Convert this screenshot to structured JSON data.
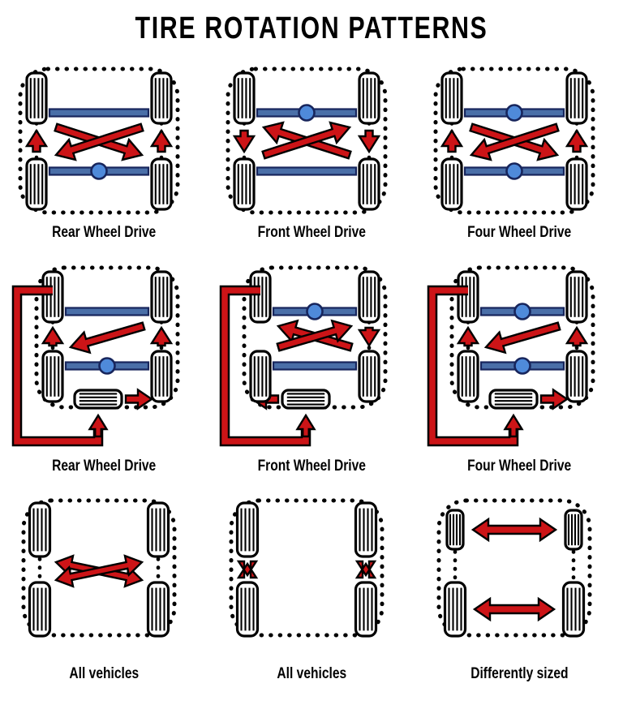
{
  "title": "TIRE ROTATION PATTERNS",
  "colors": {
    "arrow_red": "#cc1417",
    "arrow_outline": "#000000",
    "axle_blue": "#4a6fa8",
    "axle_outline": "#17255c",
    "diff_blue": "#4f8ada",
    "tire_outline": "#000000",
    "body_dotted": "#000000",
    "text": "#000000",
    "background": "#ffffff"
  },
  "diagrams": [
    {
      "id": "rear-wheel-drive-no-spare",
      "caption": "Rear Wheel Drive",
      "row": 1,
      "column": 1,
      "drive": "rear",
      "has_spare": false,
      "car_outline": "dotted-rounded",
      "front_axle": {
        "present": true,
        "differential": false
      },
      "rear_axle": {
        "present": true,
        "differential": true
      },
      "cross_arrows": {
        "present": true,
        "double_headed": false,
        "direction": "down"
      },
      "side_arrows": {
        "present": true,
        "direction": "up",
        "sides": [
          "left",
          "right"
        ]
      },
      "side_guides": "dotted",
      "spare_arrow": null,
      "external_path": false,
      "tire_sizes": {
        "front": "standard",
        "rear": "standard"
      }
    },
    {
      "id": "front-wheel-drive-no-spare",
      "caption": "Front Wheel Drive",
      "row": 1,
      "column": 2,
      "drive": "front",
      "has_spare": false,
      "car_outline": "dotted-rounded",
      "front_axle": {
        "present": true,
        "differential": true
      },
      "rear_axle": {
        "present": true,
        "differential": false
      },
      "cross_arrows": {
        "present": true,
        "double_headed": false,
        "direction": "up"
      },
      "side_arrows": {
        "present": true,
        "direction": "down",
        "sides": [
          "left",
          "right"
        ]
      },
      "side_guides": "dotted",
      "spare_arrow": null,
      "external_path": false,
      "tire_sizes": {
        "front": "standard",
        "rear": "standard"
      }
    },
    {
      "id": "four-wheel-drive-no-spare",
      "caption": "Four Wheel Drive",
      "row": 1,
      "column": 3,
      "drive": "four",
      "has_spare": false,
      "car_outline": "dotted-rounded",
      "front_axle": {
        "present": true,
        "differential": true
      },
      "rear_axle": {
        "present": true,
        "differential": true
      },
      "cross_arrows": {
        "present": true,
        "double_headed": false,
        "direction": "down"
      },
      "side_arrows": {
        "present": true,
        "direction": "up",
        "sides": [
          "left",
          "right"
        ]
      },
      "side_guides": "dotted",
      "spare_arrow": null,
      "external_path": false,
      "tire_sizes": {
        "front": "standard",
        "rear": "standard"
      }
    },
    {
      "id": "rear-wheel-drive-with-spare",
      "caption": "Rear Wheel Drive",
      "row": 2,
      "column": 1,
      "drive": "rear",
      "has_spare": true,
      "car_outline": "dotted-rounded",
      "front_axle": {
        "present": true,
        "differential": false
      },
      "rear_axle": {
        "present": true,
        "differential": true
      },
      "cross_arrows": {
        "present": true,
        "double_headed": false,
        "direction": "single-diagonal-down-left"
      },
      "side_arrows": {
        "present": true,
        "direction": "up",
        "sides": [
          "left",
          "right"
        ]
      },
      "side_guides": "dotted",
      "spare_arrow": {
        "direction": "right"
      },
      "external_path": true,
      "tire_sizes": {
        "front": "standard",
        "rear": "standard"
      }
    },
    {
      "id": "front-wheel-drive-with-spare",
      "caption": "Front Wheel Drive",
      "row": 2,
      "column": 2,
      "drive": "front",
      "has_spare": true,
      "car_outline": "dotted-rounded",
      "front_axle": {
        "present": true,
        "differential": true
      },
      "rear_axle": {
        "present": true,
        "differential": false
      },
      "cross_arrows": {
        "present": true,
        "double_headed": false,
        "direction": "up"
      },
      "side_arrows": {
        "present": true,
        "direction": "down",
        "sides": [
          "right"
        ]
      },
      "side_guides": "dotted",
      "spare_arrow": {
        "direction": "left"
      },
      "external_path": true,
      "tire_sizes": {
        "front": "standard",
        "rear": "standard"
      }
    },
    {
      "id": "four-wheel-drive-with-spare",
      "caption": "Four Wheel Drive",
      "row": 2,
      "column": 3,
      "drive": "four",
      "has_spare": true,
      "car_outline": "dotted-rounded",
      "front_axle": {
        "present": true,
        "differential": true
      },
      "rear_axle": {
        "present": true,
        "differential": true
      },
      "cross_arrows": {
        "present": true,
        "double_headed": false,
        "direction": "single-diagonal-down-left"
      },
      "side_arrows": {
        "present": true,
        "direction": "up",
        "sides": [
          "left",
          "right"
        ]
      },
      "side_guides": "dotted",
      "spare_arrow": {
        "direction": "right"
      },
      "external_path": true,
      "tire_sizes": {
        "front": "standard",
        "rear": "standard"
      }
    },
    {
      "id": "all-vehicles-cross",
      "caption": "All vehicles",
      "row": 3,
      "column": 1,
      "drive": "none",
      "has_spare": false,
      "car_outline": "dotted-rounded",
      "front_axle": {
        "present": false,
        "differential": false
      },
      "rear_axle": {
        "present": false,
        "differential": false
      },
      "cross_arrows": {
        "present": true,
        "double_headed": true,
        "direction": "both"
      },
      "side_arrows": {
        "present": false,
        "direction": null,
        "sides": []
      },
      "side_guides": "dotted",
      "spare_arrow": null,
      "external_path": false,
      "tire_sizes": {
        "front": "standard",
        "rear": "standard"
      }
    },
    {
      "id": "all-vehicles-front-to-back",
      "caption": "All vehicles",
      "row": 3,
      "column": 2,
      "drive": "none",
      "has_spare": false,
      "car_outline": "dotted-rounded",
      "front_axle": {
        "present": false,
        "differential": false
      },
      "rear_axle": {
        "present": false,
        "differential": false
      },
      "cross_arrows": {
        "present": false,
        "double_headed": false,
        "direction": null
      },
      "side_arrows": {
        "present": true,
        "direction": "both",
        "sides": [
          "left",
          "right"
        ],
        "double_headed": true
      },
      "side_guides": "none",
      "spare_arrow": null,
      "external_path": false,
      "tire_sizes": {
        "front": "standard",
        "rear": "standard"
      }
    },
    {
      "id": "differently-sized-side-to-side",
      "caption": "Differently sized",
      "row": 3,
      "column": 3,
      "drive": "none",
      "has_spare": false,
      "car_outline": "dotted-rounded",
      "front_axle": {
        "present": false,
        "differential": false
      },
      "rear_axle": {
        "present": false,
        "differential": false
      },
      "cross_arrows": {
        "present": false,
        "double_headed": false,
        "direction": null
      },
      "side_arrows": {
        "present": false,
        "direction": null,
        "sides": []
      },
      "lateral_arrows": {
        "present": true,
        "double_headed": true,
        "rows": [
          "front",
          "rear"
        ]
      },
      "side_guides": "dotted",
      "spare_arrow": null,
      "external_path": false,
      "tire_sizes": {
        "front": "small",
        "rear": "large"
      }
    }
  ]
}
